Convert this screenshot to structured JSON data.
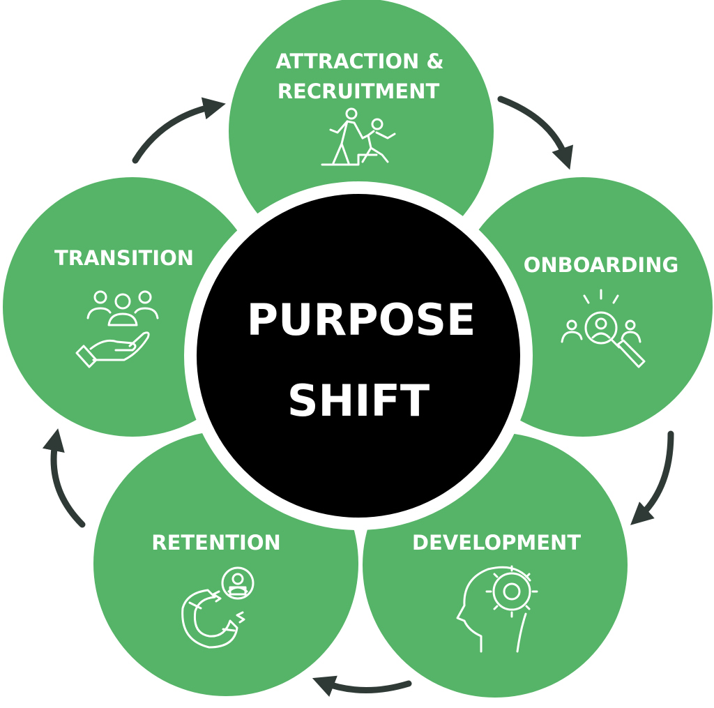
{
  "colors": {
    "stage_fill": "#55B467",
    "center_fill": "#000000",
    "text": "#FFFFFF",
    "arrow": "#2F3A37"
  },
  "center": {
    "line1": "PURPOSE",
    "line2": "SHIFT"
  },
  "stages": [
    {
      "id": "attraction",
      "title_line1": "ATTRACTION &",
      "title_line2": "RECRUITMENT",
      "icon": "helping-hand-climb-icon"
    },
    {
      "id": "onboarding",
      "title_line1": "ONBOARDING",
      "title_line2": "",
      "icon": "magnifier-person-search-icon"
    },
    {
      "id": "development",
      "title_line1": "DEVELOPMENT",
      "title_line2": "",
      "icon": "head-gear-icon"
    },
    {
      "id": "retention",
      "title_line1": "RETENTION",
      "title_line2": "",
      "icon": "magnet-person-icon"
    },
    {
      "id": "transition",
      "title_line1": "TRANSITION",
      "title_line2": "",
      "icon": "group-in-hand-icon"
    }
  ],
  "cycle_direction": "clockwise"
}
